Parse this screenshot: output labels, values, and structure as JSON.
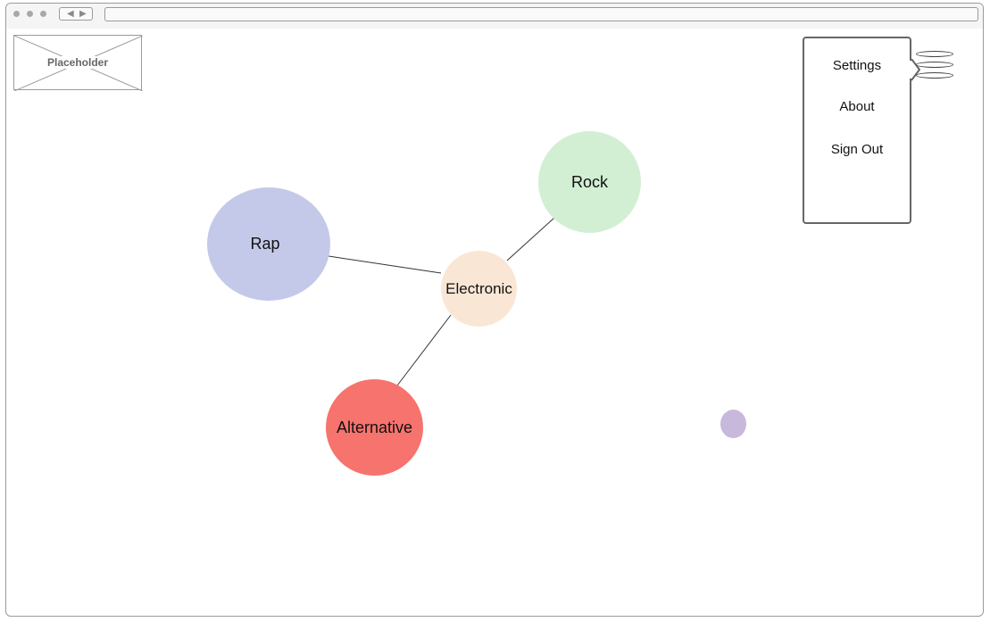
{
  "logo": {
    "label": "Placeholder"
  },
  "menu": {
    "items": [
      {
        "label": "Settings"
      },
      {
        "label": "About"
      },
      {
        "label": "Sign Out"
      }
    ]
  },
  "graph": {
    "nodes": [
      {
        "id": "rap",
        "label": "Rap",
        "color": "#c5c9e9"
      },
      {
        "id": "rock",
        "label": "Rock",
        "color": "#d2efd4"
      },
      {
        "id": "electronic",
        "label": "Electronic",
        "color": "#fae6d5"
      },
      {
        "id": "alternative",
        "label": "Alternative",
        "color": "#f7736e"
      },
      {
        "id": "small",
        "label": "",
        "color": "#c7b8dc"
      }
    ],
    "edges": [
      {
        "from": "electronic",
        "to": "rap"
      },
      {
        "from": "electronic",
        "to": "rock"
      },
      {
        "from": "electronic",
        "to": "alternative"
      }
    ]
  },
  "colors": {
    "window_border": "#9a9a9a",
    "titlebar": "#f5f5f5",
    "edge": "#333333"
  }
}
